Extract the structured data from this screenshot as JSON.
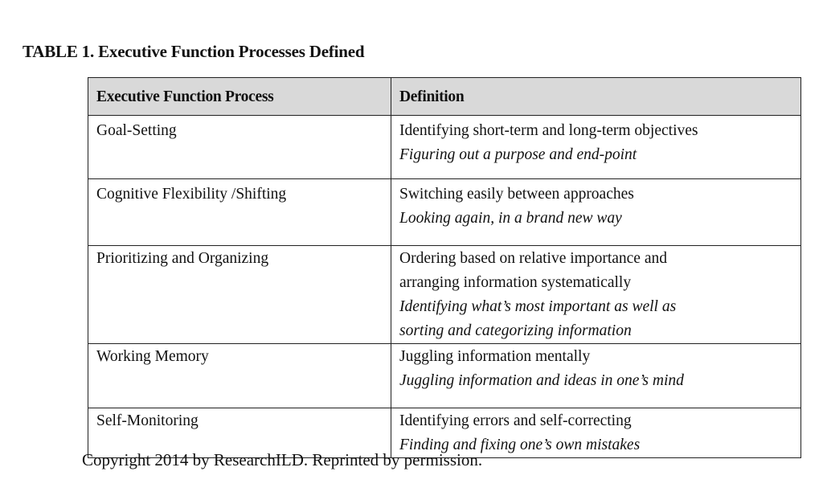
{
  "caption": "TABLE 1. Executive Function Processes Defined",
  "table": {
    "headers": [
      "Executive Function Process",
      "Definition"
    ],
    "rows": [
      {
        "process": "Goal-Setting",
        "definition_lines": [
          "Identifying short-term and long-term objectives"
        ],
        "example_lines": [
          "Figuring out a purpose and end-point"
        ]
      },
      {
        "process": "Cognitive Flexibility /Shifting",
        "definition_lines": [
          "Switching easily between approaches"
        ],
        "example_lines": [
          "Looking again, in a brand new way"
        ]
      },
      {
        "process": "Prioritizing and Organizing",
        "definition_lines": [
          "Ordering based on relative importance and",
          "arranging information systematically"
        ],
        "example_lines": [
          "Identifying what’s most important as well as",
          "sorting and categorizing information"
        ]
      },
      {
        "process": "Working Memory",
        "definition_lines": [
          "Juggling information mentally"
        ],
        "example_lines": [
          "Juggling information and ideas in one’s mind"
        ]
      },
      {
        "process": "Self-Monitoring",
        "definition_lines": [
          "Identifying errors and self-correcting"
        ],
        "example_lines": [
          "Finding and fixing one’s own mistakes"
        ]
      }
    ]
  },
  "footer": "Copyright 2014 by ResearchILD. Reprinted by permission."
}
